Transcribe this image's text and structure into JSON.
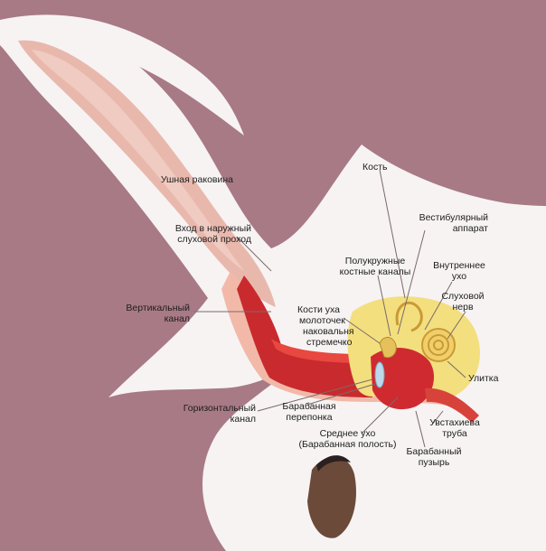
{
  "labels": {
    "pinna": "Ушная раковина",
    "entrance_line1": "Вход в наружный",
    "entrance_line2": "слуховой проход",
    "vertical_line1": "Вертикальный",
    "vertical_line2": "канал",
    "bone": "Кость",
    "vestibular_line1": "Вестибулярный",
    "vestibular_line2": "аппарат",
    "semicircular_line1": "Полукружные",
    "semicircular_line2": "костные каналы",
    "inner_ear_line1": "Внутреннее",
    "inner_ear_line2": "ухо",
    "auditory_nerve_line1": "Слуховой",
    "auditory_nerve_line2": "нерв",
    "ossicles_line1": "Кости уха",
    "ossicles_line2": "молоточек",
    "ossicles_line3": "наковальня",
    "ossicles_line4": "стремечко",
    "cochlea": "Улитка",
    "horizontal_line1": "Горизонтальный",
    "horizontal_line2": "канал",
    "eardrum_line1": "Барабанная",
    "eardrum_line2": "перепонка",
    "middle_ear_line1": "Среднее ухо",
    "middle_ear_line2": "(Барабанная полость)",
    "eustachian_line1": "Увстахиева",
    "eustachian_line2": "труба",
    "bulla_line1": "Барабанный",
    "bulla_line2": "пузырь"
  },
  "colors": {
    "background": "#a87a86",
    "fur": "#f7f3f3",
    "ear_inner": "#e8b3a8",
    "canal": "#d8262c",
    "bone": "#f3e07a",
    "leader_line": "#7a6a6a"
  }
}
